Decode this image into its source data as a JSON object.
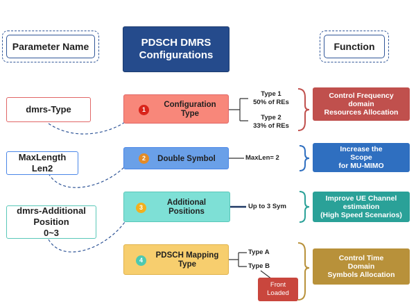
{
  "header": {
    "parameter_label": "Parameter Name",
    "function_label": "Function",
    "title_line1": "PDSCH DMRS",
    "title_line2": "Configurations"
  },
  "parameters": [
    {
      "line1": "dmrs-Type",
      "line2": "",
      "line3": "",
      "border": "#e06666"
    },
    {
      "line1": "MaxLength",
      "line2": "Len2",
      "line3": "",
      "border": "#4a86e8"
    },
    {
      "line1": "dmrs-Additional",
      "line2": "Position",
      "line3": "0~3",
      "border": "#59c7b8"
    }
  ],
  "topics": [
    {
      "number": "1",
      "line1": "Configuration",
      "line2": "Type",
      "bg": "#f8877a",
      "num_color": "#d9241b"
    },
    {
      "number": "2",
      "line1": "Double Symbol",
      "line2": "",
      "bg": "#6aa0e8",
      "num_color": "#e38b27"
    },
    {
      "number": "3",
      "line1": "Additional",
      "line2": "Positions",
      "bg": "#7ee0d6",
      "num_color": "#f2b01e"
    },
    {
      "number": "4",
      "line1": "PDSCH Mapping",
      "line2": "Type",
      "bg": "#f7ce6e",
      "num_color": "#4ec9b0"
    }
  ],
  "mid_labels": {
    "type1_line1": "Type 1",
    "type1_line2": "50% of REs",
    "type2_line1": "Type 2",
    "type2_line2": "33% of REs",
    "maxlen": "MaxLen= 2",
    "upto": "Up to 3 Sym",
    "typeA": "Type A",
    "typeB": "Type B",
    "front_loaded_line1": "Front",
    "front_loaded_line2": "Loaded"
  },
  "functions": [
    {
      "line1": "Control Frequency",
      "line2": "domain",
      "line3": "Resources Allocation",
      "bg": "#c0504d"
    },
    {
      "line1": "Increase the",
      "line2": "Scope",
      "line3": "for MU-MIMO",
      "bg": "#2f6fc0"
    },
    {
      "line1": "Improve UE Channel",
      "line2": "estimation",
      "line3": "(High Speed Scenarios)",
      "bg": "#2aa198"
    },
    {
      "line1": "Control Time",
      "line2": "Domain",
      "line3": "Symbols Allocation",
      "bg": "#b8913a"
    }
  ],
  "colors": {
    "title_bg": "#254b8c",
    "front_loaded_bg": "#c9463d",
    "brace_red": "#c0504d",
    "brace_blue": "#2f6fc0",
    "brace_teal": "#2aa198",
    "brace_gold": "#b8913a"
  }
}
